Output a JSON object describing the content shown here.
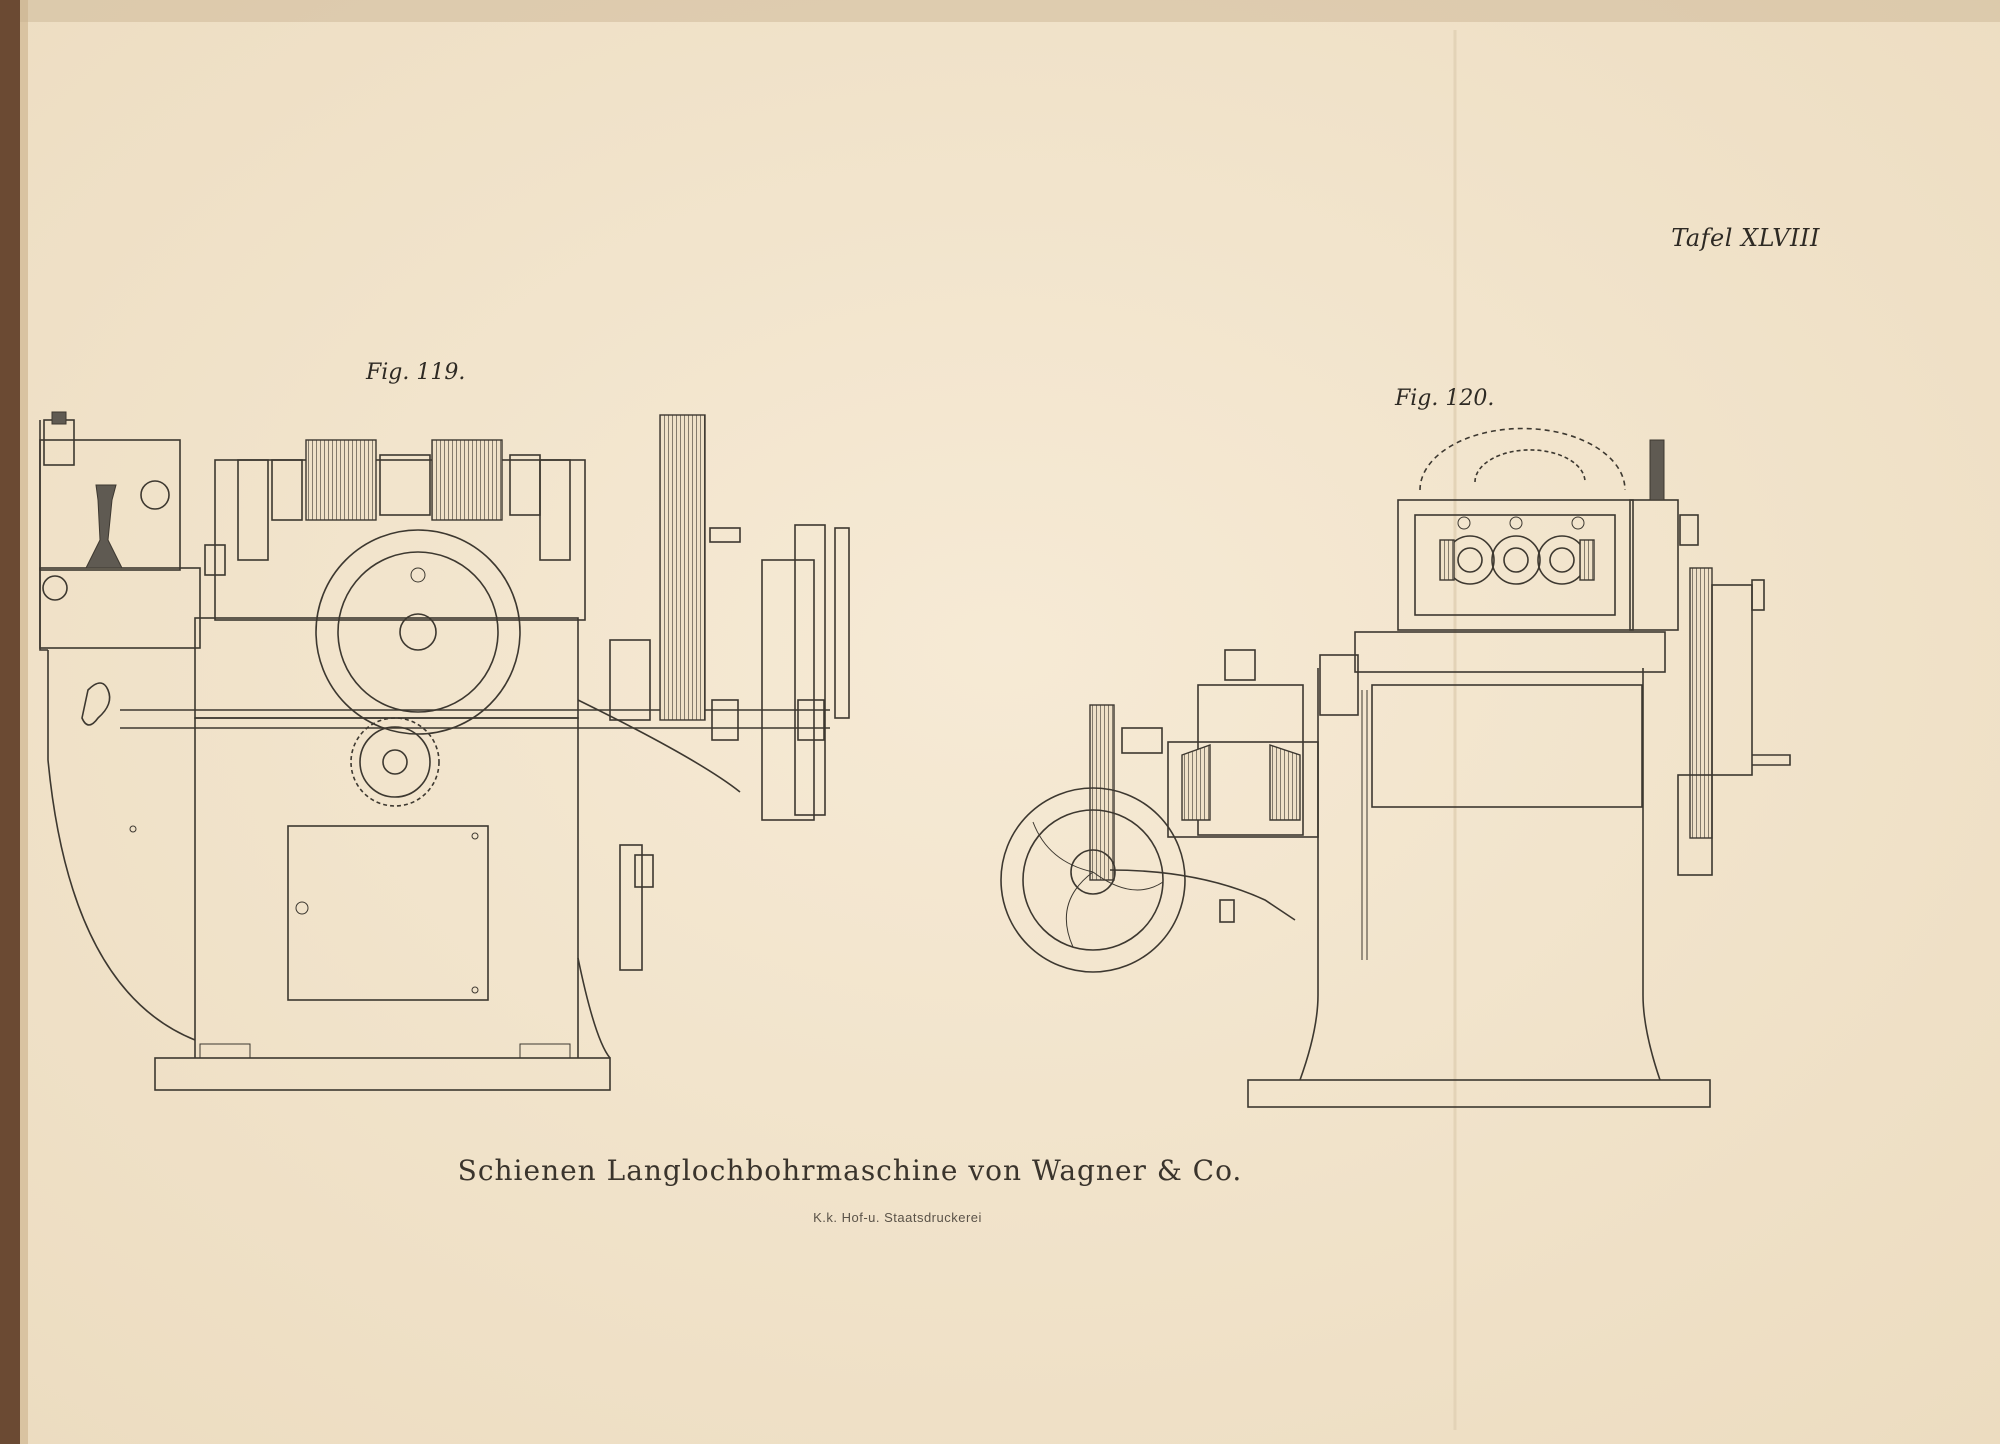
{
  "plate": {
    "number": "Tafel XLVIII",
    "fig_left": "Fig. 119.",
    "fig_right": "Fig. 120.",
    "title": "Schienen Langlochbohrmaschine von Wagner & Co.",
    "printer": "K.k. Hof-u. Staatsdruckerei"
  },
  "colors": {
    "paper": "#f3e6d0",
    "ink": "#3d3830",
    "binding": "#3a2a1e"
  }
}
